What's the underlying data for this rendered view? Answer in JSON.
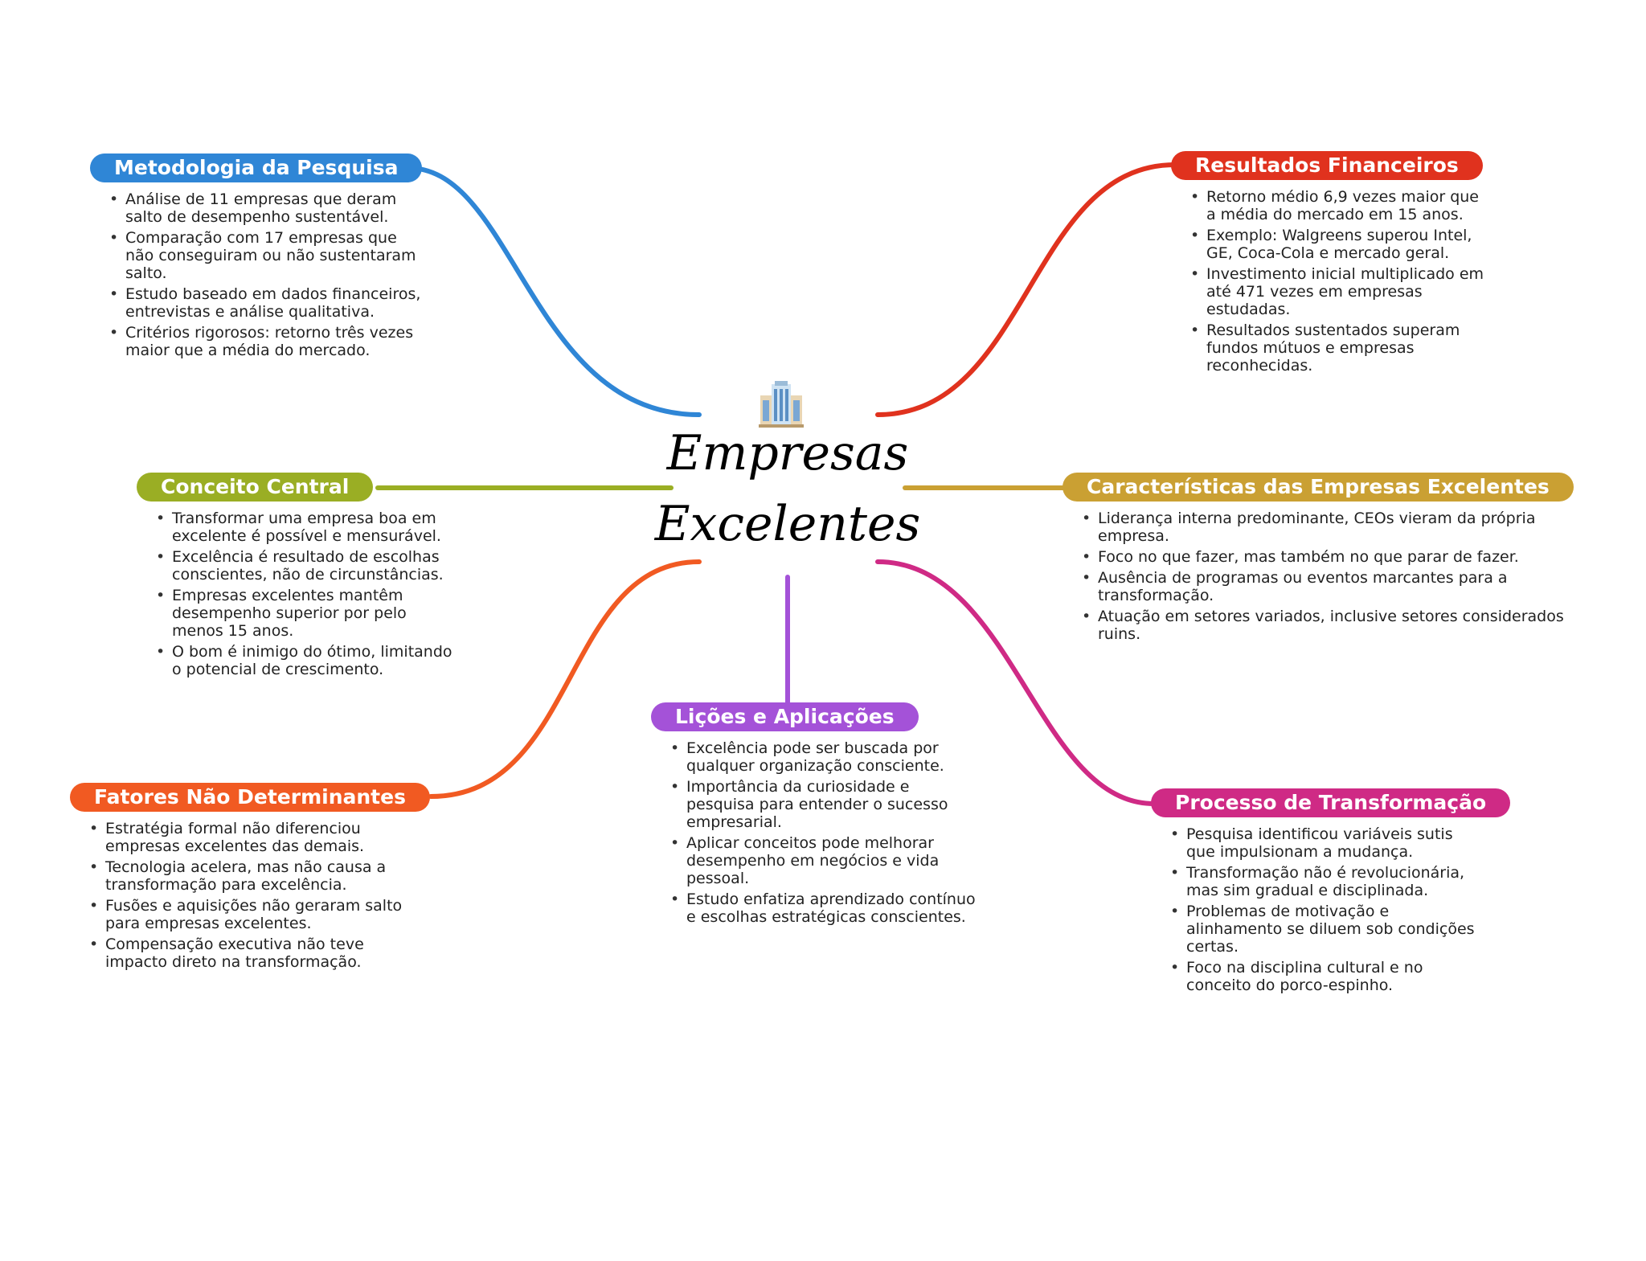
{
  "center": {
    "title_line1": "Empresas",
    "title_line2": "Excelentes",
    "icon": "office-building-icon"
  },
  "colors": {
    "metodologia": "#2f86d6",
    "conceito": "#9aae24",
    "fatores": "#f15a22",
    "licoes": "#a452d8",
    "resultados": "#e0321e",
    "caracteristicas": "#caa033",
    "processo": "#cf2a85"
  },
  "branches": {
    "metodologia": {
      "title": "Metodologia da Pesquisa",
      "items": [
        "Análise de 11 empresas que deram salto de desempenho sustentável.",
        "Comparação com 17 empresas que não conseguiram ou não sustentaram salto.",
        "Estudo baseado em dados financeiros, entrevistas e análise qualitativa.",
        "Critérios rigorosos: retorno três vezes maior que a média do mercado."
      ]
    },
    "conceito": {
      "title": "Conceito Central",
      "items": [
        "Transformar uma empresa boa em excelente é possível e mensurável.",
        "Excelência é resultado de escolhas conscientes, não de circunstâncias.",
        "Empresas excelentes mantêm desempenho superior por pelo menos 15 anos.",
        "O bom é inimigo do ótimo, limitando o potencial de crescimento."
      ]
    },
    "fatores": {
      "title": "Fatores Não Determinantes",
      "items": [
        "Estratégia formal não diferenciou empresas excelentes das demais.",
        "Tecnologia acelera, mas não causa a transformação para excelência.",
        "Fusões e aquisições não geraram salto para empresas excelentes.",
        "Compensação executiva não teve impacto direto na transformação."
      ]
    },
    "licoes": {
      "title": "Lições e Aplicações",
      "items": [
        "Excelência pode ser buscada por qualquer organização consciente.",
        "Importância da curiosidade e pesquisa para entender o sucesso empresarial.",
        "Aplicar conceitos pode melhorar desempenho em negócios e vida pessoal.",
        "Estudo enfatiza aprendizado contínuo e escolhas estratégicas conscientes."
      ]
    },
    "resultados": {
      "title": "Resultados Financeiros",
      "items": [
        "Retorno médio 6,9 vezes maior que a média do mercado em 15 anos.",
        "Exemplo: Walgreens superou Intel, GE, Coca-Cola e mercado geral.",
        "Investimento inicial multiplicado em até 471 vezes em empresas estudadas.",
        "Resultados sustentados superam fundos mútuos e empresas reconhecidas."
      ]
    },
    "caracteristicas": {
      "title": "Características das Empresas Excelentes",
      "items": [
        "Liderança interna predominante, CEOs vieram da própria empresa.",
        "Foco no que fazer, mas também no que parar de fazer.",
        "Ausência de programas ou eventos marcantes para a transformação.",
        "Atuação em setores variados, inclusive setores considerados ruins."
      ]
    },
    "processo": {
      "title": "Processo de Transformação",
      "items": [
        "Pesquisa identificou variáveis sutis que impulsionam a mudança.",
        "Transformação não é revolucionária, mas sim gradual e disciplinada.",
        "Problemas de motivação e alinhamento se diluem sob condições certas.",
        "Foco na disciplina cultural e no conceito do porco-espinho."
      ]
    }
  }
}
